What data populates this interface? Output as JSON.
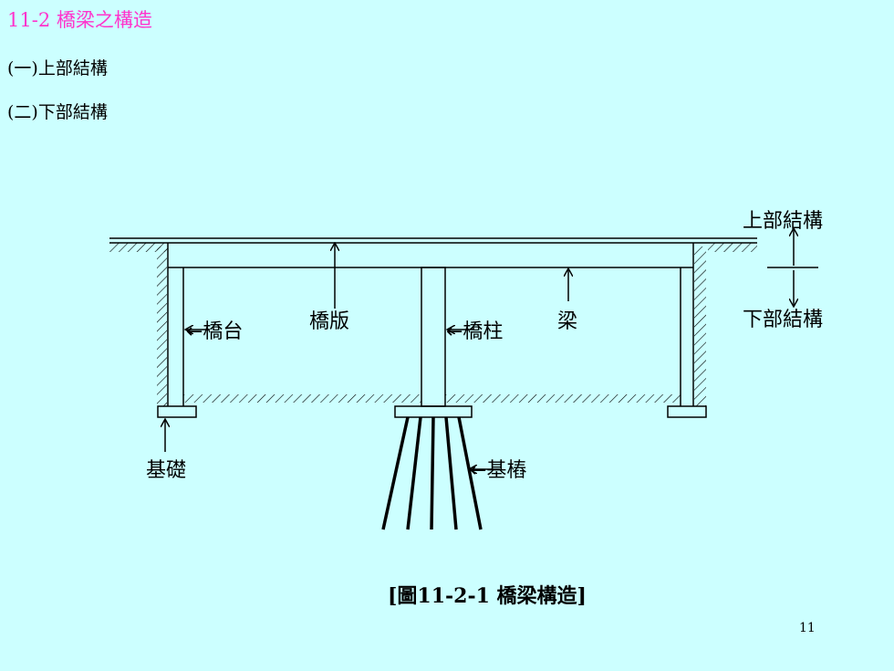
{
  "slide": {
    "heading": "11-2 橋梁之構造",
    "items": [
      "(一)上部結構",
      "(二)下部結構"
    ],
    "caption": "[圖11-2-1 橋梁構造]",
    "page_number": "11"
  },
  "diagram": {
    "labels": {
      "superstructure": "上部結構",
      "substructure": "下部結構",
      "abutment": "←橋台",
      "deck": "橋版",
      "pier": "←橋柱",
      "beam": "梁",
      "footing": "基礎",
      "piles": "←基樁"
    },
    "colors": {
      "background": "#CCFFFF",
      "heading": "#FF33CC",
      "line": "#000000"
    }
  }
}
